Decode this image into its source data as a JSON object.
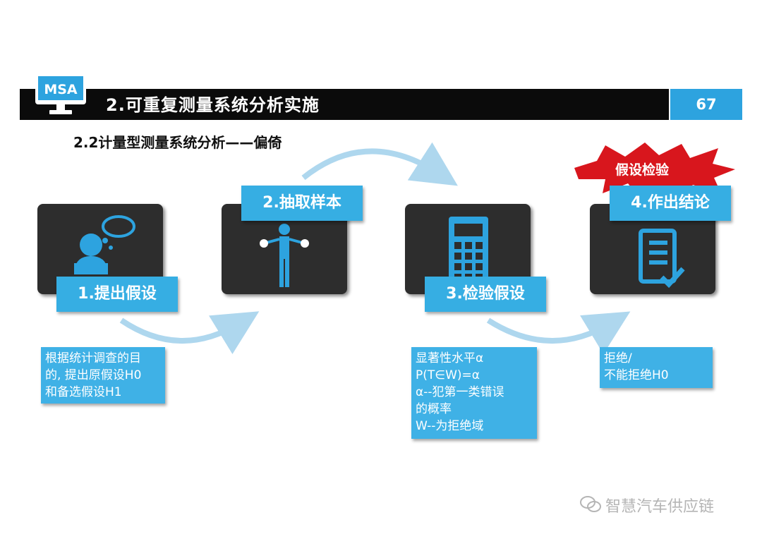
{
  "header": {
    "logo_label": "MSA",
    "title": "2.可重复测量系统分析实施",
    "page_number": "67"
  },
  "section_title": "2.2计量型测量系统分析——偏倚",
  "steps": [
    {
      "label": "1.提出假设",
      "icon": "thinking-person-icon"
    },
    {
      "label": "2.抽取样本",
      "icon": "person-holding-samples-icon"
    },
    {
      "label": "3.检验假设",
      "icon": "calculator-icon"
    },
    {
      "label": "4.作出结论",
      "icon": "checklist-document-icon"
    }
  ],
  "notes": {
    "step1": [
      "根据统计调查的目",
      "的, 提出原假设H0",
      "和备选假设H1"
    ],
    "step3": [
      "显著性水平α",
      "P(T∈W)=α",
      "α--犯第一类错误",
      "的概率",
      "W--为拒绝域"
    ],
    "step4": [
      "拒绝/",
      "不能拒绝H0"
    ]
  },
  "burst_label": "假设检验",
  "watermark": "智慧汽车供应链",
  "colors": {
    "accent_blue": "#36aee3",
    "panel_dark": "#2d2d2d",
    "header_black": "#0b0b0b",
    "burst_red": "#d8161d",
    "arrow_blue": "#aed7ee"
  }
}
